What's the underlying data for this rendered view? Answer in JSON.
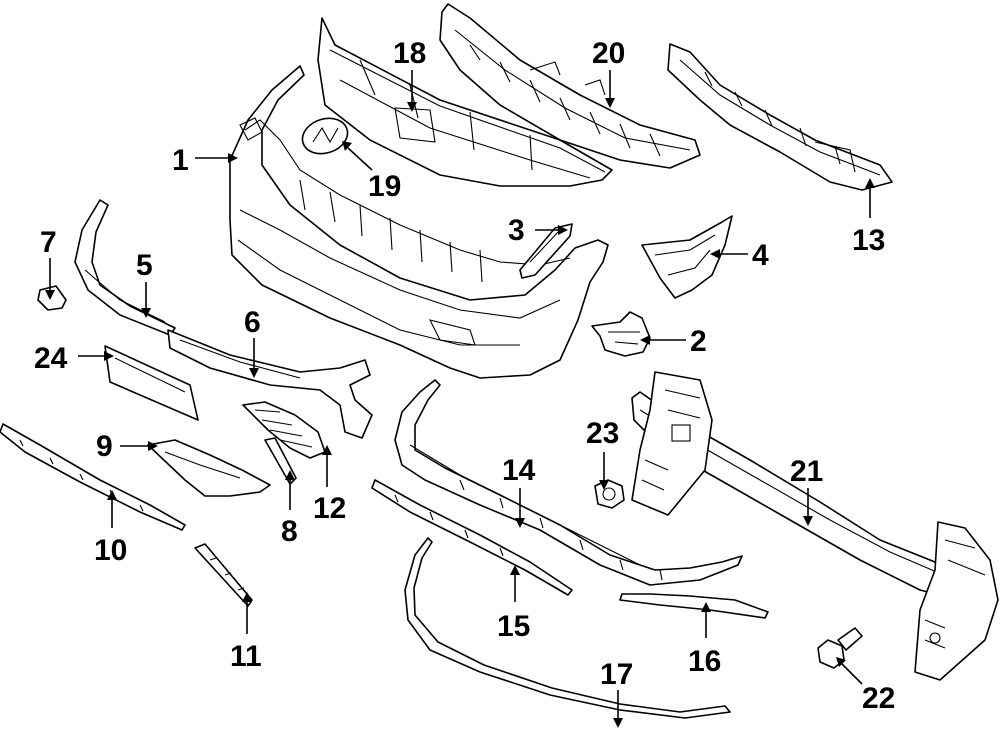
{
  "callouts": [
    {
      "key": "c1",
      "label": "1"
    },
    {
      "key": "c2",
      "label": "2"
    },
    {
      "key": "c3",
      "label": "3"
    },
    {
      "key": "c4",
      "label": "4"
    },
    {
      "key": "c5",
      "label": "5"
    },
    {
      "key": "c6",
      "label": "6"
    },
    {
      "key": "c7",
      "label": "7"
    },
    {
      "key": "c8",
      "label": "8"
    },
    {
      "key": "c9",
      "label": "9"
    },
    {
      "key": "c10",
      "label": "10"
    },
    {
      "key": "c11",
      "label": "11"
    },
    {
      "key": "c12",
      "label": "12"
    },
    {
      "key": "c13",
      "label": "13"
    },
    {
      "key": "c14",
      "label": "14"
    },
    {
      "key": "c15",
      "label": "15"
    },
    {
      "key": "c16",
      "label": "16"
    },
    {
      "key": "c17",
      "label": "17"
    },
    {
      "key": "c18",
      "label": "18"
    },
    {
      "key": "c19",
      "label": "19"
    },
    {
      "key": "c20",
      "label": "20"
    },
    {
      "key": "c21",
      "label": "21"
    },
    {
      "key": "c22",
      "label": "22"
    },
    {
      "key": "c23",
      "label": "23"
    },
    {
      "key": "c24",
      "label": "24"
    }
  ],
  "colors": {
    "line": "#000000",
    "background": "#ffffff"
  }
}
